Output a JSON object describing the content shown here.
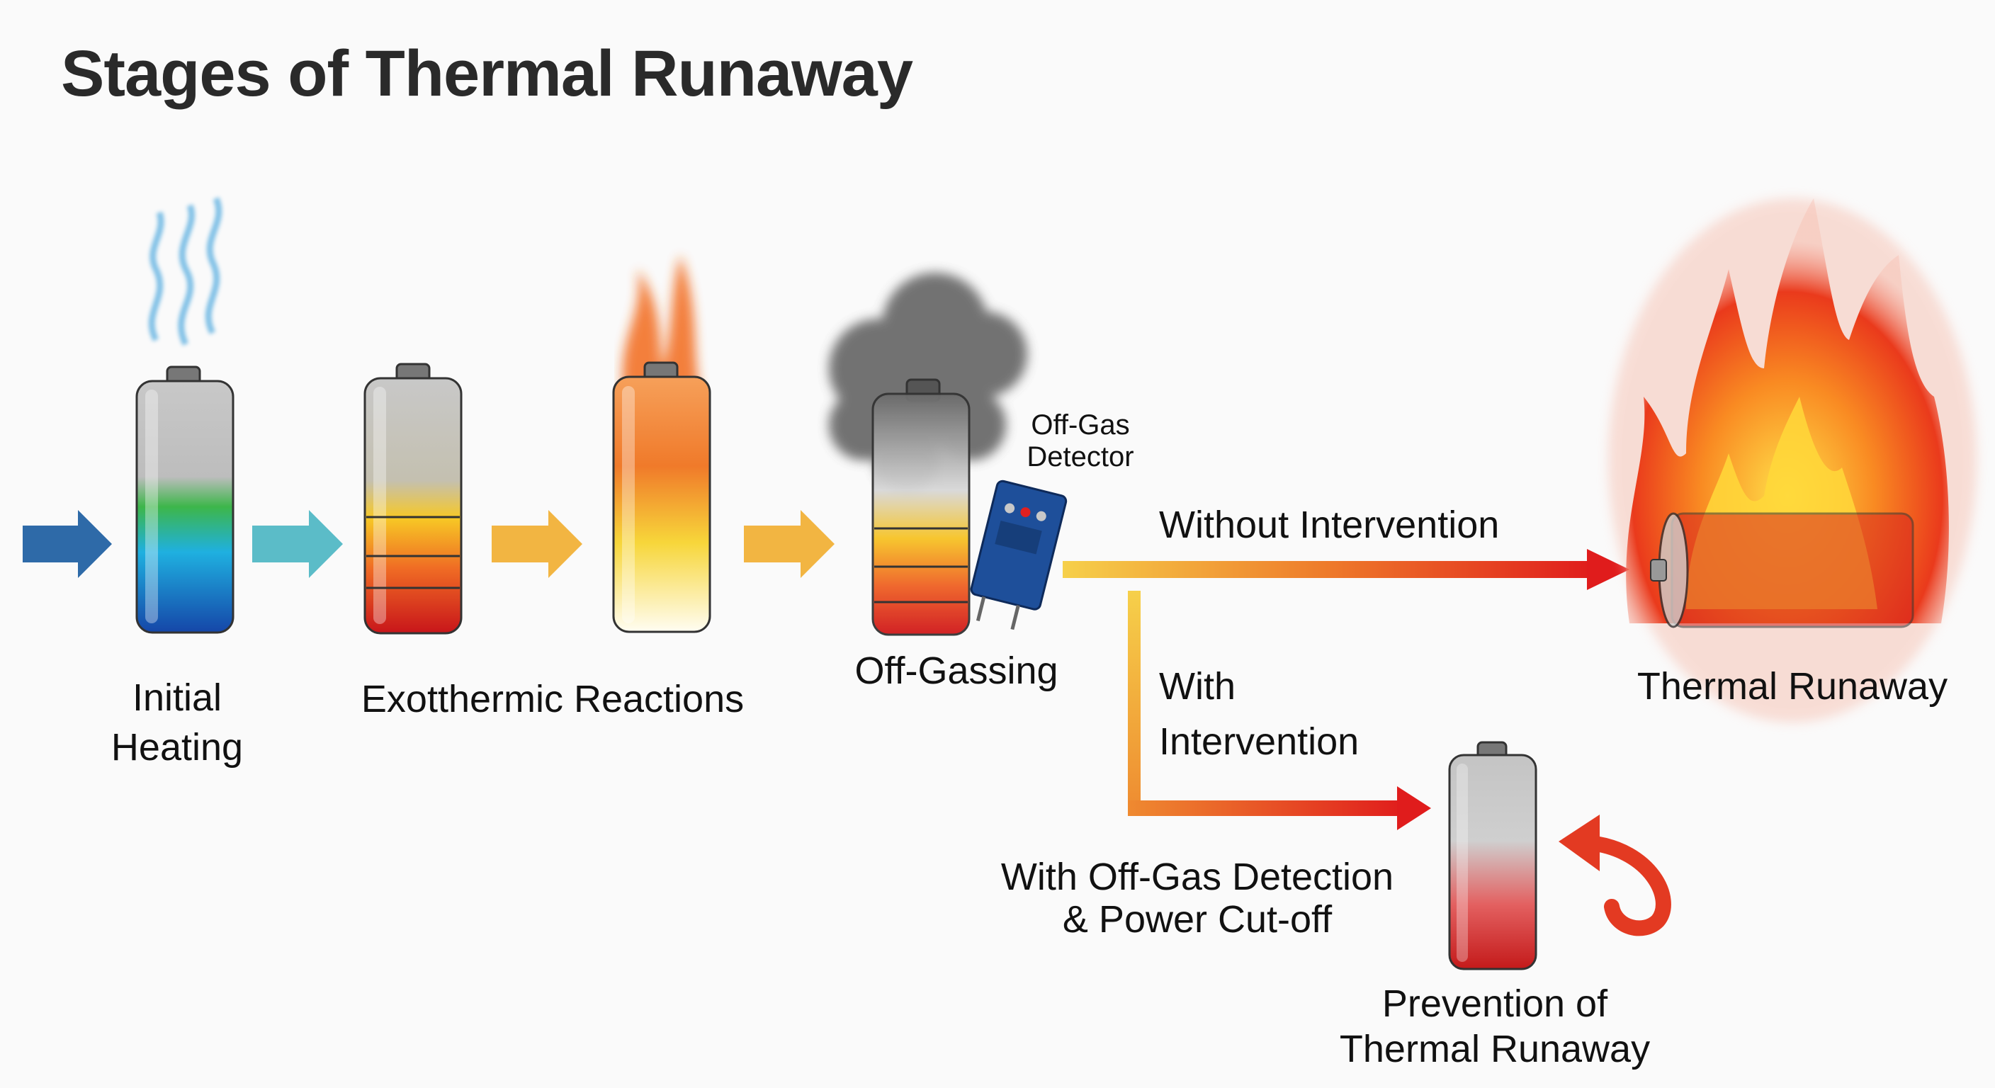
{
  "title": "Stages of Thermal Runaway",
  "stages": [
    {
      "label_line1": "Initial",
      "label_line2": "Heating"
    },
    {
      "label_line1": "Exotthermic Reactions"
    },
    {
      "label_line1": "Off-Gassing"
    },
    {
      "label_line1": "Thermal Runaway"
    }
  ],
  "detector": {
    "label_line1": "Off-Gas",
    "label_line2": "Detector"
  },
  "branches": {
    "without": "Without Intervention",
    "with_line1": "With",
    "with_line2": "Intervention",
    "method_line1": "With Off-Gas Detection",
    "method_line2": "& Power Cut-off",
    "outcome_line1": "Prevention of",
    "outcome_line2": "Thermal Runaway"
  },
  "colors": {
    "arrow_blue": "#2e6aa8",
    "arrow_teal": "#5bbcc8",
    "arrow_yellow": "#f2b542",
    "flow_start": "#f6d04a",
    "flow_end": "#e02020",
    "detector_blue": "#1e4f9a",
    "smoke": "#555555"
  }
}
